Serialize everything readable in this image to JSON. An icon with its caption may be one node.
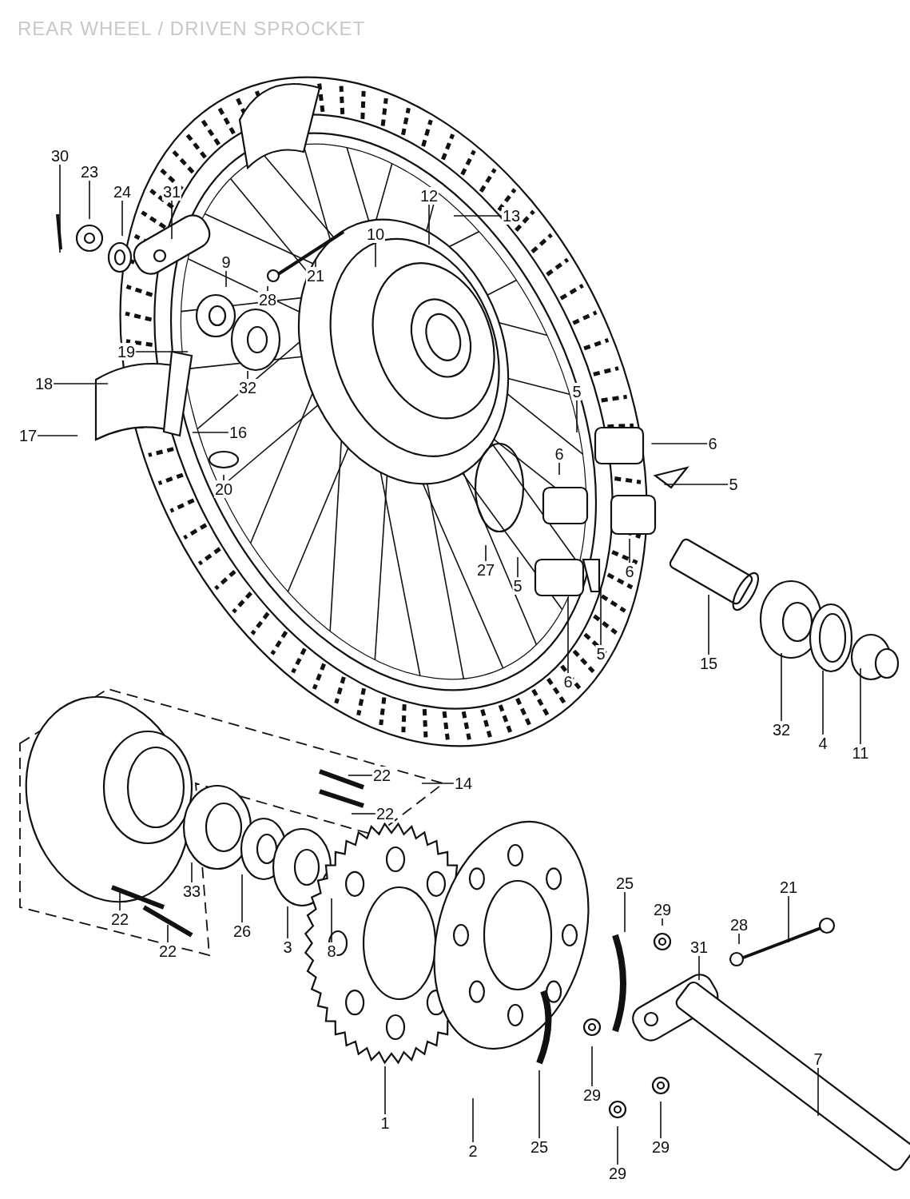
{
  "diagram": {
    "title": "REAR WHEEL / DRIVEN SPROCKET",
    "nodes": [
      {
        "text": [
          "30"
        ]
      },
      {
        "text": [
          "23"
        ]
      },
      {
        "text": [
          "24"
        ]
      },
      {
        "text": [
          "31"
        ]
      },
      {
        "text": [
          "12"
        ]
      },
      {
        "text": [
          "13"
        ]
      },
      {
        "text": [
          "10"
        ]
      },
      {
        "text": [
          "21"
        ]
      },
      {
        "text": [
          "28"
        ]
      },
      {
        "text": [
          "9"
        ]
      },
      {
        "text": [
          "19"
        ]
      },
      {
        "text": [
          "18"
        ]
      },
      {
        "text": [
          "17"
        ]
      },
      {
        "text": [
          "16"
        ]
      },
      {
        "text": [
          "32"
        ]
      },
      {
        "text": [
          "20"
        ]
      },
      {
        "text": [
          "5"
        ]
      },
      {
        "text": [
          "6"
        ]
      },
      {
        "text": [
          "6"
        ]
      },
      {
        "text": [
          "5"
        ]
      },
      {
        "text": [
          "27"
        ]
      },
      {
        "text": [
          "5"
        ]
      },
      {
        "text": [
          "6"
        ]
      },
      {
        "text": [
          "15"
        ]
      },
      {
        "text": [
          "5"
        ]
      },
      {
        "text": [
          "6"
        ]
      },
      {
        "text": [
          "32"
        ]
      },
      {
        "text": [
          "4"
        ]
      },
      {
        "text": [
          "11"
        ]
      },
      {
        "text": [
          "14"
        ]
      },
      {
        "text": [
          "22"
        ]
      },
      {
        "text": [
          "22"
        ]
      },
      {
        "text": [
          "33"
        ]
      },
      {
        "text": [
          "26"
        ]
      },
      {
        "text": [
          "3"
        ]
      },
      {
        "text": [
          "8"
        ]
      },
      {
        "text": [
          "22"
        ]
      },
      {
        "text": [
          "22"
        ]
      },
      {
        "text": [
          "25"
        ]
      },
      {
        "text": [
          "29"
        ]
      },
      {
        "text": [
          "21"
        ]
      },
      {
        "text": [
          "28"
        ]
      },
      {
        "text": [
          "31"
        ]
      },
      {
        "text": [
          "7"
        ]
      },
      {
        "text": [
          "1"
        ]
      },
      {
        "text": [
          "29"
        ]
      },
      {
        "text": [
          "2"
        ]
      },
      {
        "text": [
          "25"
        ]
      },
      {
        "text": [
          "29"
        ]
      },
      {
        "text": [
          "29"
        ]
      }
    ],
    "edges": [
      {
        "from": 0,
        "to": null,
        "arrow": "none"
      },
      {
        "from": 1,
        "to": null,
        "arrow": "none"
      },
      {
        "from": 2,
        "to": null,
        "arrow": "none"
      },
      {
        "from": 3,
        "to": null,
        "arrow": "none"
      },
      {
        "from": 4,
        "to": null,
        "arrow": "none"
      },
      {
        "from": 5,
        "to": null,
        "arrow": "none"
      },
      {
        "from": 6,
        "to": null,
        "arrow": "none"
      },
      {
        "from": 7,
        "to": null,
        "arrow": "none"
      },
      {
        "from": 8,
        "to": null,
        "arrow": "none"
      },
      {
        "from": 9,
        "to": null,
        "arrow": "none"
      },
      {
        "from": 10,
        "to": null,
        "arrow": "none"
      },
      {
        "from": 11,
        "to": null,
        "arrow": "none"
      },
      {
        "from": 12,
        "to": null,
        "arrow": "none"
      },
      {
        "from": 13,
        "to": null,
        "arrow": "none"
      },
      {
        "from": 14,
        "to": null,
        "arrow": "none"
      },
      {
        "from": 15,
        "to": null,
        "arrow": "none"
      },
      {
        "from": 16,
        "to": null,
        "arrow": "none"
      },
      {
        "from": 17,
        "to": null,
        "arrow": "none"
      },
      {
        "from": 18,
        "to": null,
        "arrow": "none"
      },
      {
        "from": 19,
        "to": null,
        "arrow": "none"
      },
      {
        "from": 20,
        "to": null,
        "arrow": "none"
      },
      {
        "from": 21,
        "to": null,
        "arrow": "none"
      },
      {
        "from": 22,
        "to": null,
        "arrow": "none"
      },
      {
        "from": 23,
        "to": null,
        "arrow": "none"
      },
      {
        "from": 24,
        "to": null,
        "arrow": "none"
      },
      {
        "from": 25,
        "to": null,
        "arrow": "none"
      },
      {
        "from": 26,
        "to": null,
        "arrow": "none"
      },
      {
        "from": 27,
        "to": null,
        "arrow": "none"
      },
      {
        "from": 28,
        "to": null,
        "arrow": "none"
      },
      {
        "from": 29,
        "to": null,
        "arrow": "none"
      },
      {
        "from": 30,
        "to": null,
        "arrow": "none"
      },
      {
        "from": 31,
        "to": null,
        "arrow": "none"
      },
      {
        "from": 32,
        "to": null,
        "arrow": "none"
      },
      {
        "from": 33,
        "to": null,
        "arrow": "none"
      },
      {
        "from": 34,
        "to": null,
        "arrow": "none"
      },
      {
        "from": 35,
        "to": null,
        "arrow": "none"
      },
      {
        "from": 36,
        "to": null,
        "arrow": "none"
      },
      {
        "from": 37,
        "to": null,
        "arrow": "none"
      },
      {
        "from": 38,
        "to": null,
        "arrow": "none"
      },
      {
        "from": 39,
        "to": null,
        "arrow": "none"
      },
      {
        "from": 40,
        "to": null,
        "arrow": "none"
      },
      {
        "from": 41,
        "to": null,
        "arrow": "none"
      },
      {
        "from": 42,
        "to": null,
        "arrow": "none"
      },
      {
        "from": 43,
        "to": null,
        "arrow": "none"
      },
      {
        "from": 44,
        "to": null,
        "arrow": "none"
      },
      {
        "from": 45,
        "to": null,
        "arrow": "none"
      },
      {
        "from": 46,
        "to": null,
        "arrow": "none"
      },
      {
        "from": 47,
        "to": null,
        "arrow": "none"
      },
      {
        "from": 48,
        "to": null,
        "arrow": "none"
      },
      {
        "from": 49,
        "to": null,
        "arrow": "none"
      }
    ]
  }
}
